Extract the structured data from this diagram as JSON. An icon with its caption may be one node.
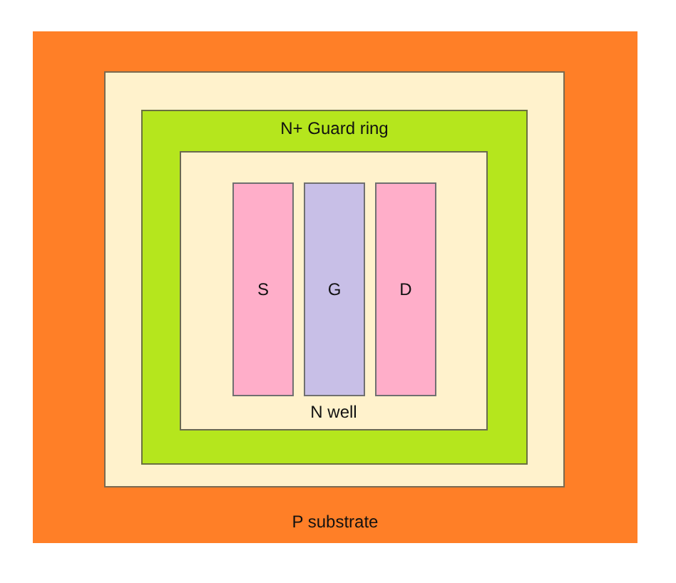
{
  "diagram": {
    "nodes": [
      {
        "text": [
          "P substrate"
        ]
      },
      {
        "text": [],
        "shape": "box",
        "in": 0
      },
      {
        "text": [
          "N+ Guard ring"
        ],
        "in": 1
      },
      {
        "text": [
          "N well"
        ],
        "in": 2
      },
      {
        "text": [
          "S"
        ],
        "in": 3
      },
      {
        "text": [
          "G"
        ],
        "in": 3
      },
      {
        "text": [
          "D"
        ],
        "in": 3
      }
    ]
  }
}
